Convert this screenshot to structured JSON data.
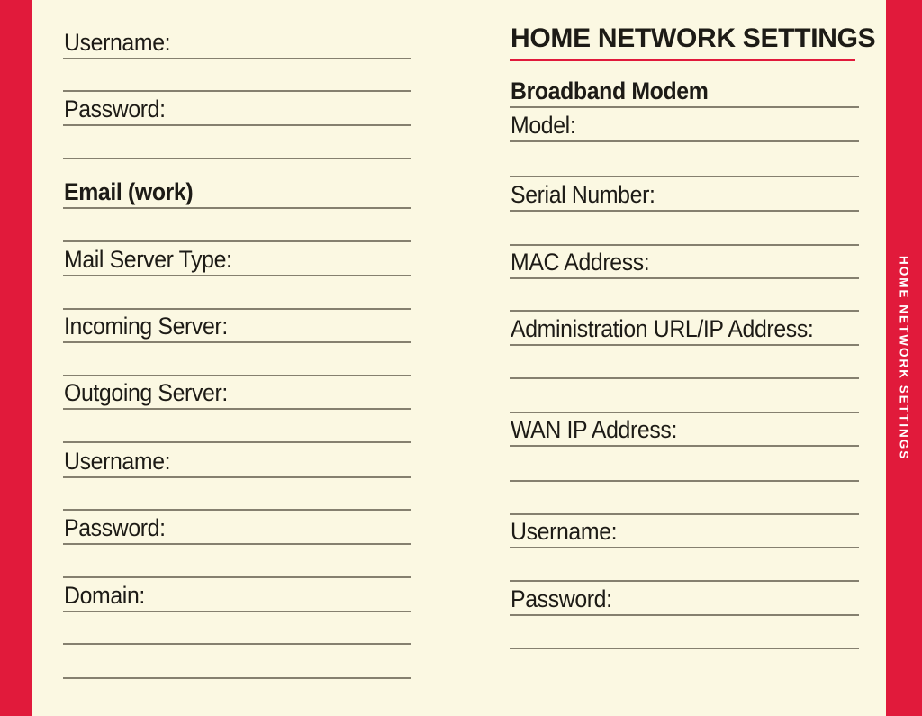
{
  "colors": {
    "accent_red": "#E11A3B",
    "paper_cream": "#FBF8E2",
    "rule_gray": "#85806F",
    "ink_black": "#1D1B16",
    "tab_text_white": "#FFFFFF"
  },
  "spine_tab": {
    "label": "HOME NETWORK SETTINGS"
  },
  "left_page": {
    "fields": [
      {
        "label": "Username:"
      },
      {
        "label": "Password:"
      },
      {
        "label": "Email (work)"
      },
      {
        "label": "Mail Server Type:"
      },
      {
        "label": "Incoming Server:"
      },
      {
        "label": "Outgoing Server:"
      },
      {
        "label": "Username:"
      },
      {
        "label": "Password:"
      },
      {
        "label": "Domain:"
      }
    ]
  },
  "right_page": {
    "title": "HOME NETWORK SETTINGS",
    "section": "Broadband Modem",
    "fields": [
      {
        "label": "Model:"
      },
      {
        "label": "Serial Number:"
      },
      {
        "label": "MAC Address:"
      },
      {
        "label": "Administration URL/IP Address:"
      },
      {
        "label": "WAN IP Address:"
      },
      {
        "label": "Username:"
      },
      {
        "label": "Password:"
      }
    ]
  }
}
